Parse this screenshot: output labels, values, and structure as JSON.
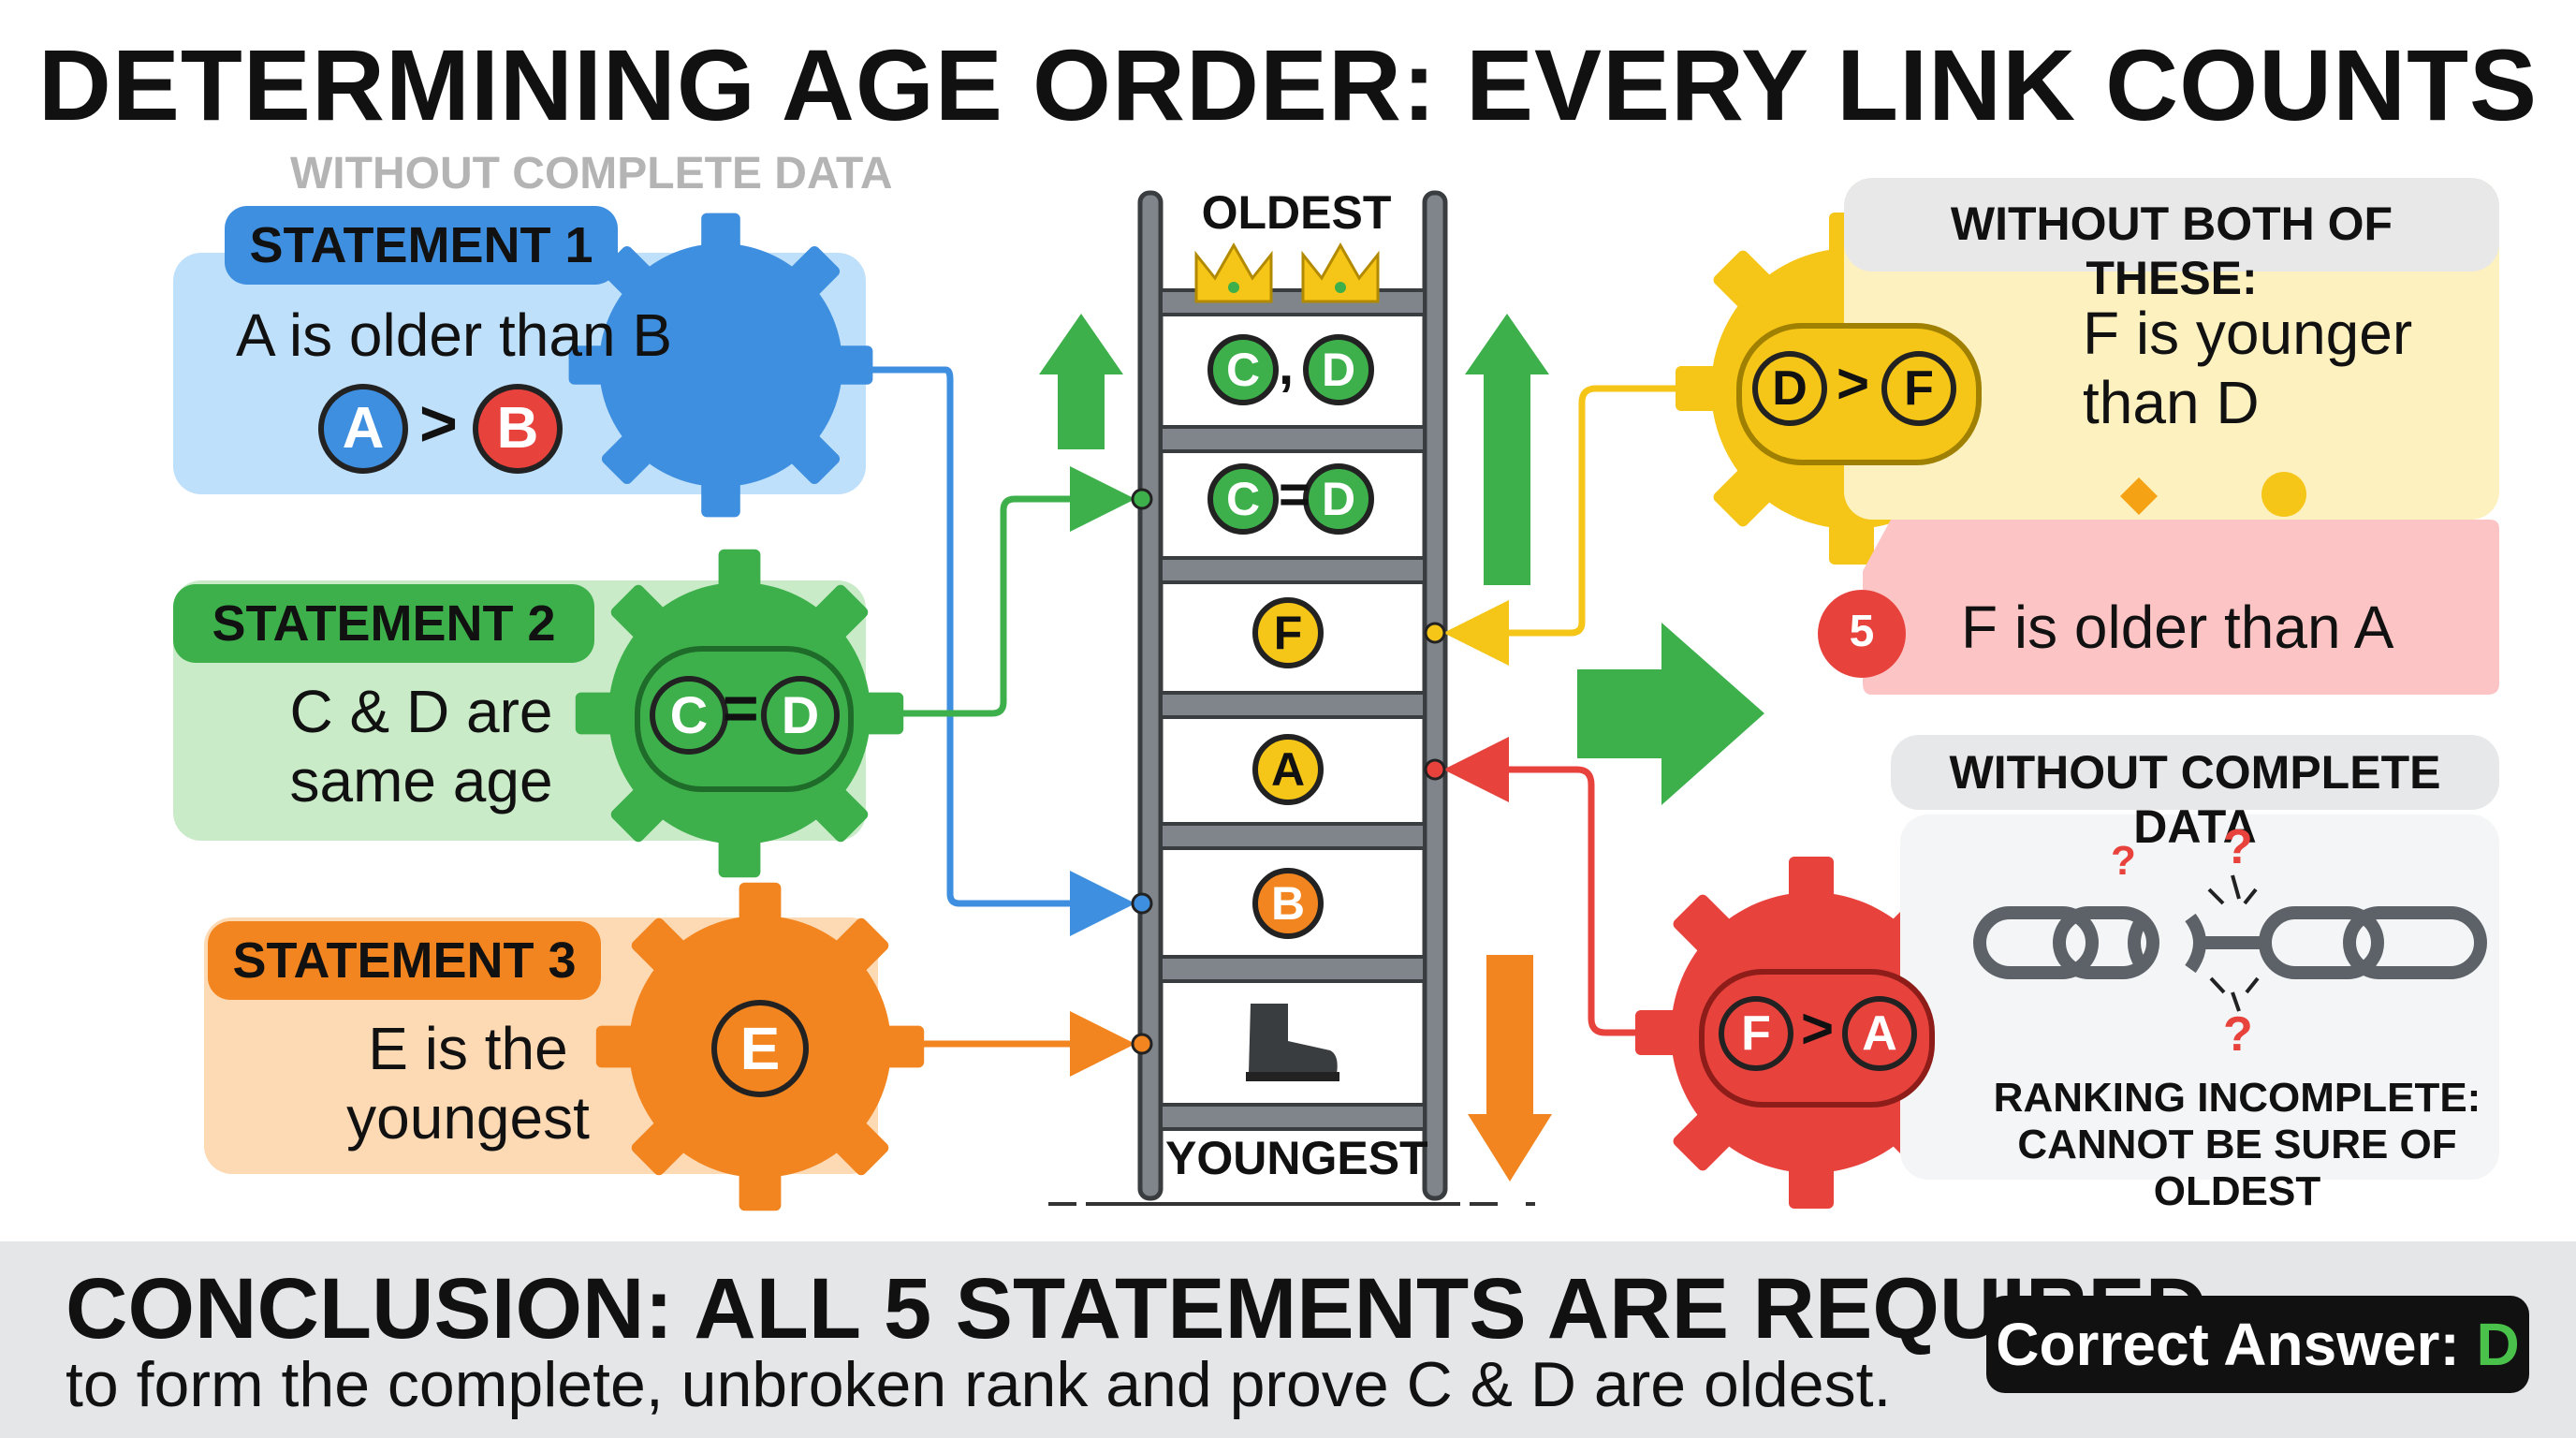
{
  "title": "DETERMINING AGE ORDER: EVERY LINK COUNTS",
  "faded_label": "WITHOUT COMPLETE DATA",
  "statements": {
    "s1": {
      "tab": "STATEMENT 1",
      "text": "A is older than B",
      "expr": [
        "A",
        ">",
        "B"
      ]
    },
    "s2": {
      "tab": "STATEMENT 2",
      "text_line1": "C & D are",
      "text_line2": "same age",
      "expr": [
        "C",
        "=",
        "D"
      ]
    },
    "s3": {
      "tab": "STATEMENT 3",
      "text_line1": "E is the",
      "text_line2": "youngest",
      "expr": [
        "E"
      ]
    }
  },
  "ladder": {
    "top_label": "OLDEST",
    "bottom_label": "YOUNGEST",
    "rungs": [
      {
        "a": "C",
        "sep": ",",
        "b": "D"
      },
      {
        "a": "C",
        "sep": "=",
        "b": "D"
      },
      {
        "a": "F"
      },
      {
        "a": "A"
      },
      {
        "a": "B"
      },
      {
        "icon": "boot-icon"
      }
    ]
  },
  "right": {
    "box1_header": "WITHOUT BOTH OF THESE:",
    "gear1_expr": [
      "D",
      ">",
      "F"
    ],
    "box1_text_line1": "F is younger",
    "box1_text_line2": "than D",
    "box2_badge": "5",
    "box2_text": "F is older than A",
    "box3_header": "WITHOUT COMPLETE DATA",
    "gear2_expr": [
      "F",
      ">",
      "A"
    ],
    "warn_line1": "RANKING INCOMPLETE:",
    "warn_line2": "CANNOT BE SURE OF OLDEST"
  },
  "conclusion": {
    "line1": "CONCLUSION: ALL 5 STATEMENTS ARE REQUIRED",
    "line2": "to form the complete, unbroken rank and prove C & D are oldest.",
    "answer_label": "Correct Answer:",
    "answer_value": "D"
  },
  "colors": {
    "blue": "#3f8fe0",
    "green": "#3db04b",
    "orange": "#f2851f",
    "yellow": "#f5c518",
    "red": "#e8423d",
    "gray": "#5c6268"
  }
}
